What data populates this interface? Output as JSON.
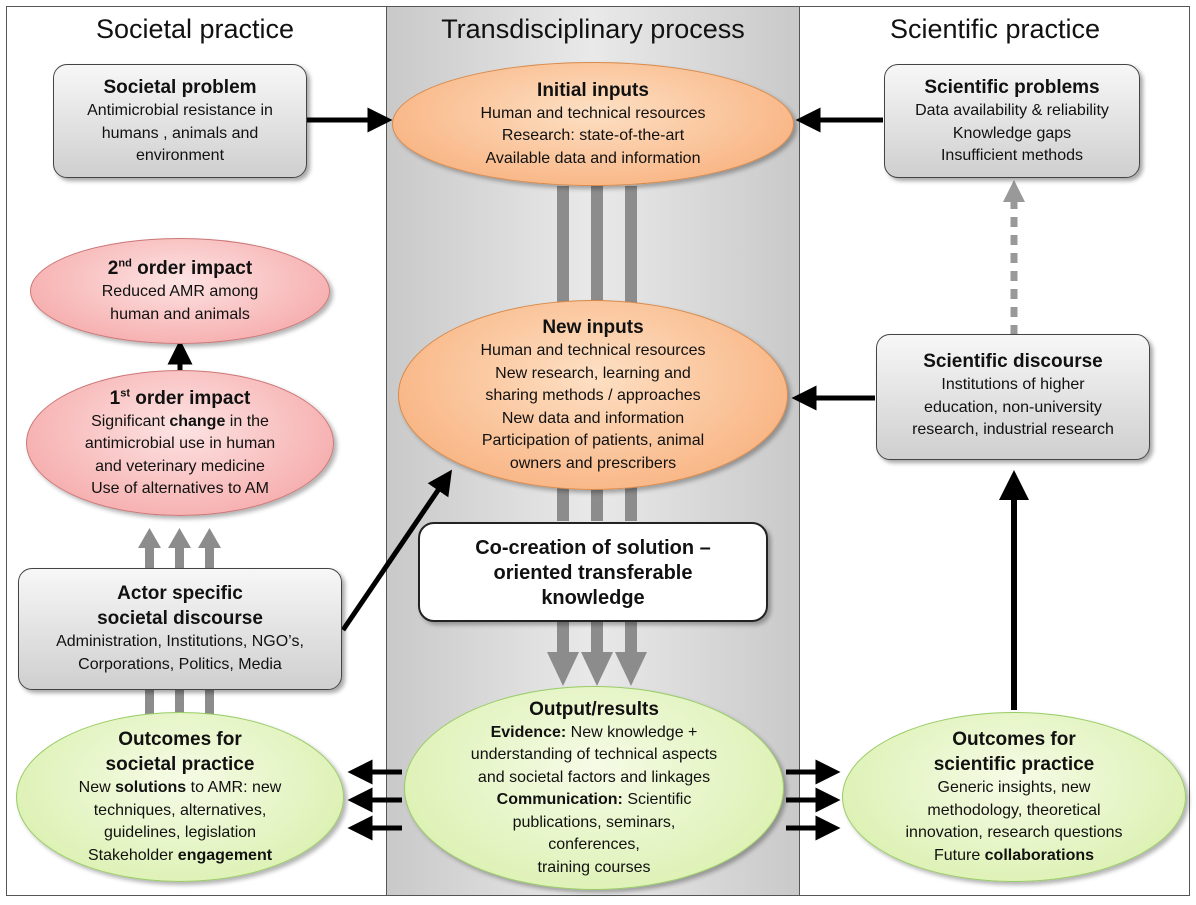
{
  "columns": {
    "left": "Societal practice",
    "center": "Transdisciplinary process",
    "right": "Scientific practice"
  },
  "societal_problem": {
    "title": "Societal problem",
    "lines": [
      "Antimicrobial  resistance in",
      "humans , animals and",
      "environment"
    ]
  },
  "initial_inputs": {
    "title": "Initial inputs",
    "lines": [
      "Human and technical resources",
      "Research: state-of-the-art",
      "Available data and information"
    ]
  },
  "scientific_problems": {
    "title": "Scientific problems",
    "lines": [
      "Data availability & reliability",
      "Knowledge gaps",
      "Insufficient methods"
    ]
  },
  "second_order": {
    "title_num": "2",
    "title_sup": "nd",
    "title_rest": " order impact",
    "lines": [
      "Reduced AMR among",
      "human and animals"
    ]
  },
  "first_order": {
    "title_num": "1",
    "title_sup": "st",
    "title_rest": " order impact",
    "line1_pre": "Significant ",
    "line1_bold": "change",
    "line1_post": " in the",
    "lines": [
      "antimicrobial use in human",
      "and veterinary medicine",
      "Use of alternatives to AM"
    ]
  },
  "new_inputs": {
    "title": "New inputs",
    "lines": [
      "Human and technical resources",
      "New research, learning and",
      "sharing methods / approaches",
      "New data and information",
      "Participation of patients, animal",
      "owners and prescribers"
    ]
  },
  "scientific_discourse": {
    "title": "Scientific discourse",
    "lines": [
      "Institutions of higher",
      "education, non-university",
      "research, industrial research"
    ]
  },
  "cocreation": {
    "lines": [
      "Co-creation of solution –",
      "oriented transferable",
      "knowledge"
    ]
  },
  "actor_discourse": {
    "title_lines": [
      "Actor specific",
      "societal discourse"
    ],
    "lines": [
      "Administration, Institutions, NGO’s,",
      "Corporations, Politics, Media"
    ]
  },
  "outcomes_societal": {
    "title_lines": [
      "Outcomes for",
      "societal practice"
    ],
    "l1_pre": "New ",
    "l1_bold": "solutions",
    "l1_post": " to AMR: new",
    "lines": [
      "techniques, alternatives,",
      "guidelines, legislation"
    ],
    "l4_pre": "Stakeholder ",
    "l4_bold": "engagement"
  },
  "output": {
    "title": "Output/results",
    "ev_bold": "Evidence:",
    "ev_rest": " New knowledge +",
    "lines1": [
      "understanding of technical aspects",
      "and societal factors and linkages"
    ],
    "comm_bold": "Communication:",
    "comm_rest": " Scientific",
    "lines2": [
      "publications, seminars,",
      "conferences,",
      "training courses"
    ]
  },
  "outcomes_scientific": {
    "title_lines": [
      "Outcomes for",
      "scientific practice"
    ],
    "lines": [
      "Generic insights, new",
      "methodology, theoretical",
      "innovation, research questions"
    ],
    "l4_pre": "Future ",
    "l4_bold": "collaborations"
  }
}
